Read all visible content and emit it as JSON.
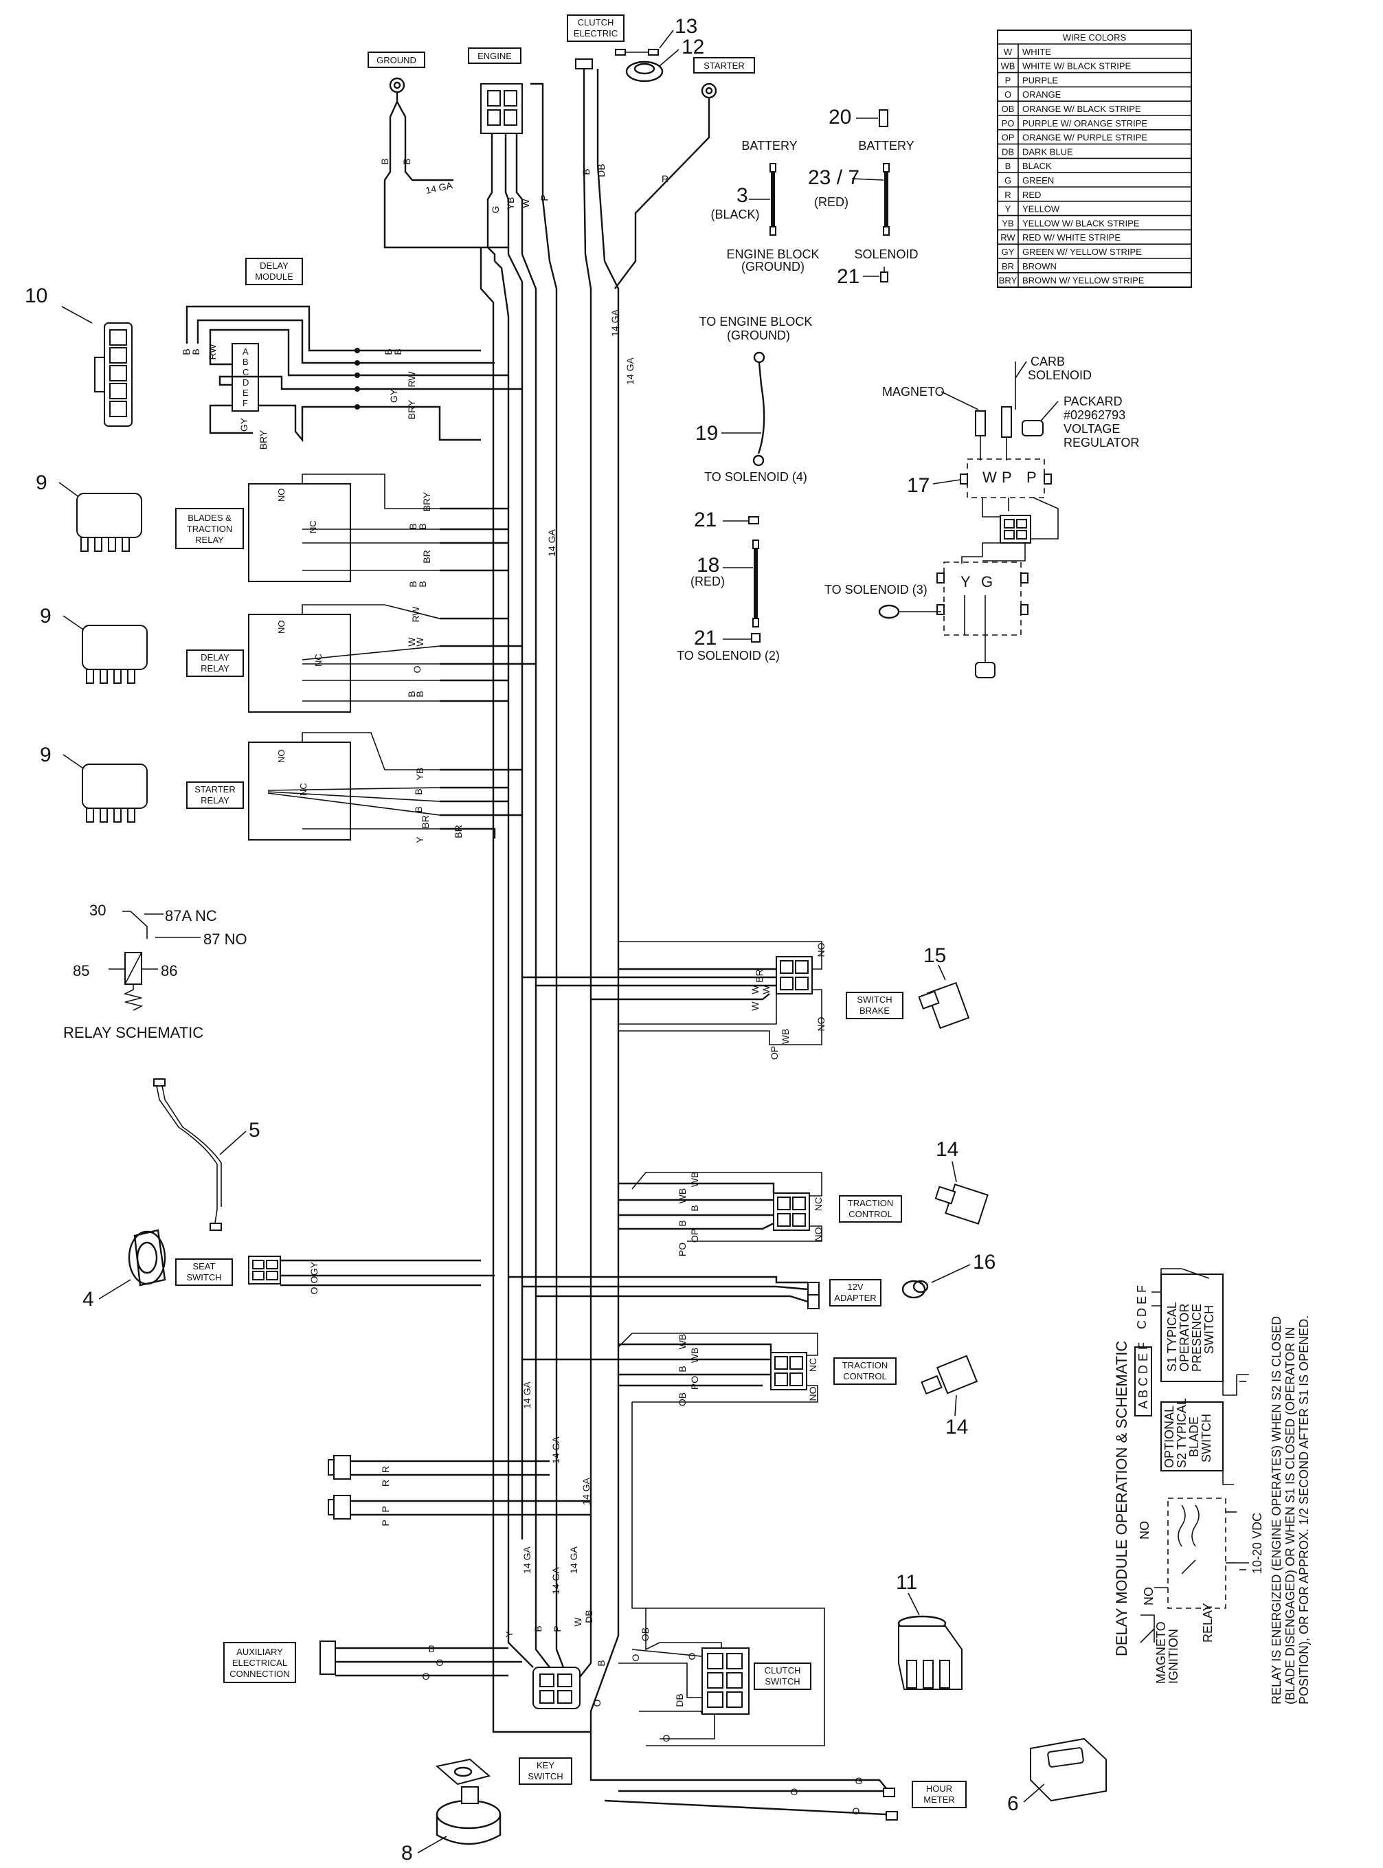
{
  "wire_colors": {
    "title": "WIRE COLORS",
    "rows": [
      {
        "code": "W",
        "name": "WHITE"
      },
      {
        "code": "WB",
        "name": "WHITE W/ BLACK STRIPE"
      },
      {
        "code": "P",
        "name": "PURPLE"
      },
      {
        "code": "O",
        "name": "ORANGE"
      },
      {
        "code": "OB",
        "name": "ORANGE W/ BLACK STRIPE"
      },
      {
        "code": "PO",
        "name": "PURPLE W/ ORANGE STRIPE"
      },
      {
        "code": "OP",
        "name": "ORANGE W/ PURPLE STRIPE"
      },
      {
        "code": "DB",
        "name": "DARK BLUE"
      },
      {
        "code": "B",
        "name": "BLACK"
      },
      {
        "code": "G",
        "name": "GREEN"
      },
      {
        "code": "R",
        "name": "RED"
      },
      {
        "code": "Y",
        "name": "YELLOW"
      },
      {
        "code": "YB",
        "name": "YELLOW W/ BLACK STRIPE"
      },
      {
        "code": "RW",
        "name": "RED W/ WHITE STRIPE"
      },
      {
        "code": "GY",
        "name": "GREEN W/ YELLOW STRIPE"
      },
      {
        "code": "BR",
        "name": "BROWN"
      },
      {
        "code": "BRY",
        "name": "BROWN W/ YELLOW STRIPE"
      }
    ]
  },
  "boxes": {
    "ground": "GROUND",
    "engine": "ENGINE",
    "clutch_electric": "CLUTCH ELECTRIC",
    "starter": "STARTER",
    "delay_module": "DELAY MODULE",
    "blades_traction_relay": "BLADES & TRACTION RELAY",
    "delay_relay": "DELAY RELAY",
    "starter_relay": "STARTER RELAY",
    "switch_brake": "SWITCH BRAKE",
    "traction_control": "TRACTION CONTROL",
    "seat_switch": "SEAT SWITCH",
    "adapter_12v": "12V ADAPTER",
    "auxiliary": "AUXILIARY ELECTRICAL CONNECTION",
    "clutch_switch": "CLUTCH SWITCH",
    "key_switch": "KEY SWITCH",
    "hour_meter": "HOUR METER"
  },
  "parts": {
    "n3": "3",
    "n3_sub": "(BLACK)",
    "n237": "23 / 7",
    "n237_sub": "(RED)",
    "n20": "20",
    "n21": "21",
    "n19": "19",
    "n18": "18",
    "n18_sub": "(RED)",
    "n17": "17",
    "n15": "15",
    "n14": "14",
    "n16": "16",
    "n11": "11",
    "n10": "10",
    "n9": "9",
    "n5": "5",
    "n4": "4",
    "n8": "8",
    "n6": "6",
    "n13": "13",
    "n12": "12",
    "battery": "BATTERY",
    "engine_block_ground": "ENGINE BLOCK (GROUND)",
    "solenoid": "SOLENOID",
    "to_engine_block": "TO ENGINE BLOCK",
    "to_engine_block_ground": "(GROUND)",
    "to_solenoid_4": "TO SOLENOID (4)",
    "to_solenoid_2": "TO SOLENOID (2)",
    "to_solenoid_3": "TO SOLENOID (3)",
    "magneto": "MAGNETO",
    "carb_solenoid_1": "CARB",
    "carb_solenoid_2": "SOLENOID",
    "packard_1": "PACKARD",
    "packard_2": "#02962793",
    "packard_3": "VOLTAGE",
    "packard_4": "REGULATOR"
  },
  "relay_schematic": {
    "title": "RELAY SCHEMATIC",
    "t30": "30",
    "t87a": "87A  NC",
    "t87": "87  NO",
    "t85": "85",
    "t86": "86"
  },
  "delay_module_schematic": {
    "title": "DELAY MODULE OPERATION & SCHEMATIC",
    "s1": "S1 TYPICAL",
    "s1b": "OPERATOR",
    "s1c": "PRESENCE",
    "s1d": "SWITCH",
    "s2a": "OPTIONAL",
    "s2b": "S2 TYPICAL",
    "s2c": "BLADE",
    "s2d": "SWITCH",
    "letters": "A B C D E F",
    "vdc": "10-20 VDC",
    "no1": "NO",
    "no2": "NO",
    "magneto_ignition": "MAGNETO IGNITION",
    "relay": "RELAY",
    "note1": "RELAY IS ENERGIZED (ENGINE OPERATES) WHEN S2 IS CLOSED",
    "note2": "(BLADE DISENGAGED) OR WHEN S1 IS CLOSED (OPERATOR IN",
    "note3": "POSITION), OR FOR APPROX. 1/2 SECOND AFTER S1 IS OPENED."
  },
  "gauge": {
    "ga14": "14 GA"
  },
  "wires": {
    "B": "B",
    "G": "G",
    "YB": "YB",
    "W": "W",
    "P": "P",
    "DB": "DB",
    "R": "R",
    "RW": "RW",
    "GY": "GY",
    "BRY": "BRY",
    "BR": "BR",
    "O": "O",
    "Y": "Y",
    "WB": "WB",
    "OP": "OP",
    "PO": "PO",
    "OB": "OB",
    "NO": "NO",
    "NC": "NC",
    "A": "A",
    "C": "C",
    "D": "D",
    "E": "E",
    "F": "F"
  }
}
